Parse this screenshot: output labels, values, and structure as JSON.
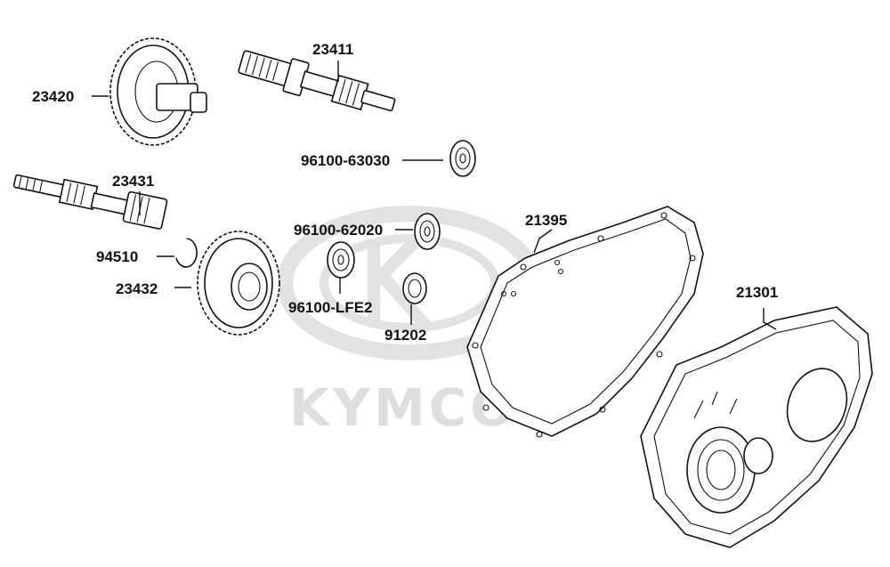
{
  "watermark": {
    "text": "KYMCO",
    "color": "#dedede"
  },
  "parts": [
    {
      "number": "23411"
    },
    {
      "number": "23420"
    },
    {
      "number": "96100-63030"
    },
    {
      "number": "23431"
    },
    {
      "number": "96100-62020"
    },
    {
      "number": "21395"
    },
    {
      "number": "94510"
    },
    {
      "number": "23432"
    },
    {
      "number": "96100-LFE2"
    },
    {
      "number": "21301"
    },
    {
      "number": "91202"
    }
  ]
}
